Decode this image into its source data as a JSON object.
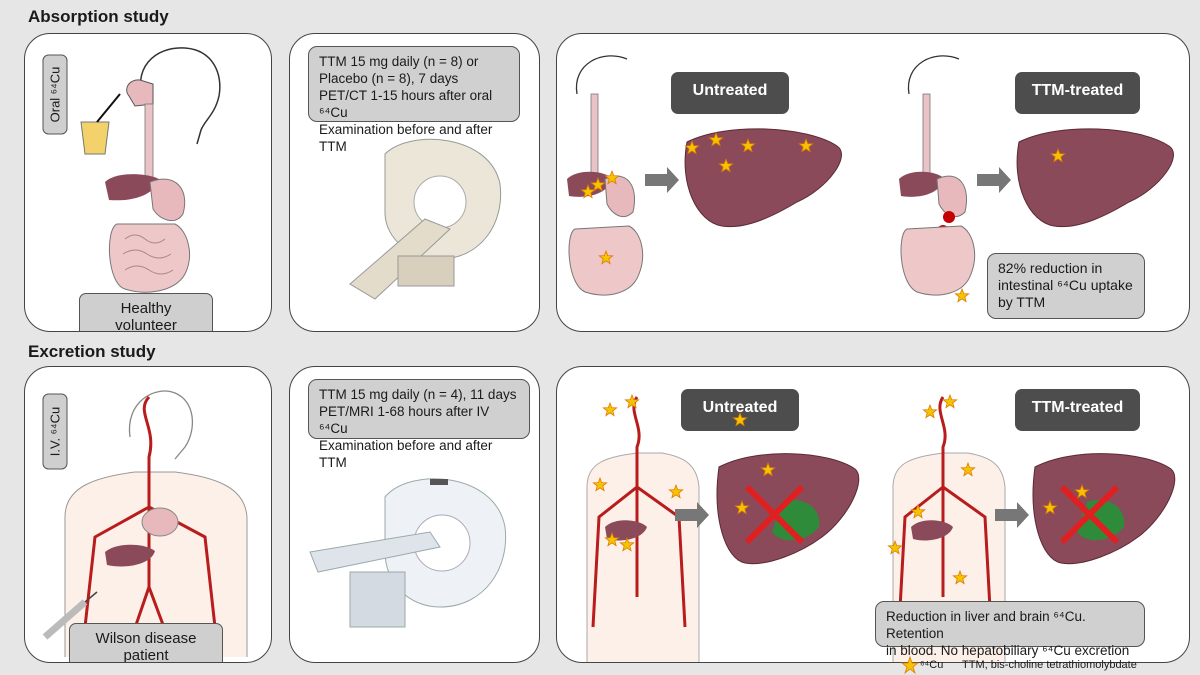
{
  "absorption": {
    "title": "Absorption study",
    "route_label": "Oral ⁶⁴Cu",
    "subject": "Healthy volunteer",
    "protocol": [
      "TTM 15 mg daily (n = 8) or",
      "Placebo (n = 8), 7 days",
      "PET/CT 1-15 hours after oral ⁶⁴Cu",
      "Examination before and after TTM"
    ],
    "untreated_label": "Untreated",
    "treated_label": "TTM-treated",
    "result": [
      "82% reduction in",
      "intestinal ⁶⁴Cu uptake",
      "by TTM"
    ]
  },
  "excretion": {
    "title": "Excretion study",
    "route_label": "I.V. ⁶⁴Cu",
    "subject": "Wilson disease patient",
    "protocol": [
      "TTM 15 mg daily (n = 4), 11 days",
      "PET/MRI 1-68 hours after IV ⁶⁴Cu",
      "Examination before and after TTM"
    ],
    "untreated_label": "Untreated",
    "treated_label": "TTM-treated",
    "result": [
      "Reduction in liver and brain ⁶⁴Cu. Retention",
      "in blood. No hepatobiliary ⁶⁴Cu excretion"
    ]
  },
  "legend": {
    "star_label": "⁶⁴Cu",
    "abbreviation": "TTM, bis-choline tetrathiomolybdate"
  },
  "colors": {
    "background": "#e6e6e6",
    "label_box": "#4d4d4d",
    "liver": "#8b4a5a",
    "artery": "#b81c1c",
    "star": "#f5c400"
  }
}
